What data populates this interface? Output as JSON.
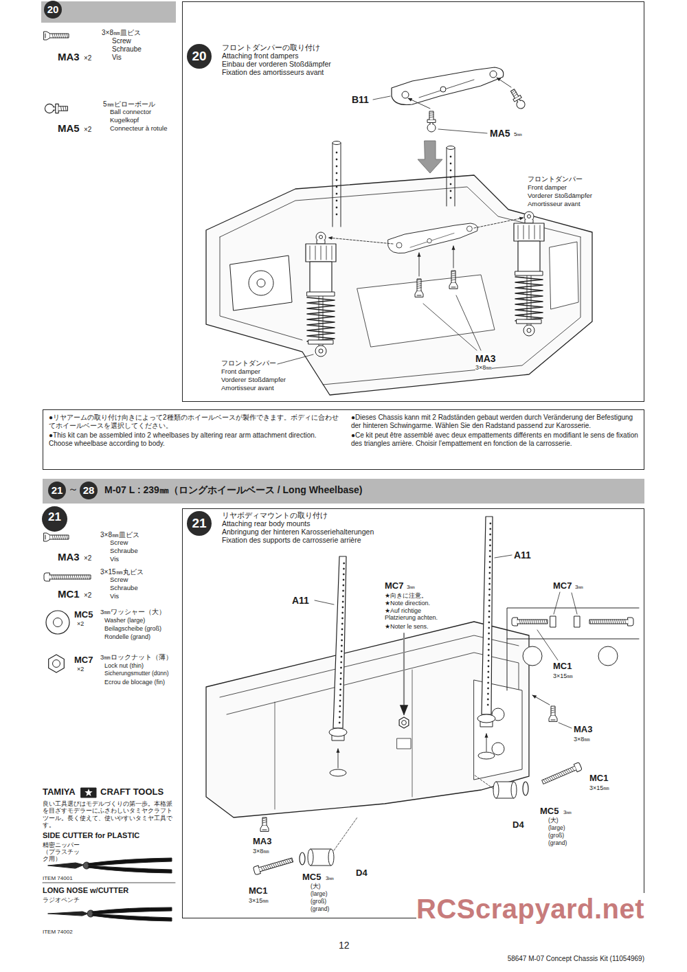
{
  "diagram": {
    "nodes": [
      {
        "text": [
          "20"
        ]
      },
      {
        "text": [
          "20",
          "フロントダンパーの取り付け",
          "Attaching front dampers",
          "Einbau der vorderen Stoßdämpfer",
          "Fixation des amortisseurs avant"
        ]
      },
      {
        "text": [
          "●リヤアームの取り付け向きによって2種類のホイールベースが製作できます。ボディに合わせてホイールベースを選択してください。",
          "●This kit can be assembled into 2 wheelbases by altering rear arm attachment direction. Choose wheelbase according to body.",
          "●Dieses Chassis kann mit 2 Radständen gebaut werden durch Veränderung der Befestigung der hinteren Schwingarme. Wählen Sie den Radstand passend zur Karosserie.",
          "●Ce kit peut être assemblé avec deux empattements différents en modifiant le sens de fixation des triangles arrière. Choisir l'empattement en fonction de la carrosserie."
        ]
      },
      {
        "text": [
          "21",
          "～",
          "28",
          "M-07 L : 239㎜（ロングホイールベース / Long Wheelbase)"
        ]
      },
      {
        "text": [
          "21"
        ]
      },
      {
        "text": [
          "21",
          "リヤボディマウントの取り付け",
          "Attaching rear body mounts",
          "Anbringung der hinteren Karosseriehalterungen",
          "Fixation des supports de carrosserie arrière"
        ]
      }
    ],
    "labels": [
      "3×8㎜皿ビス",
      "Screw",
      "Schraube",
      "Vis",
      "MA3",
      "×2",
      "5㎜ピローボール",
      "Ball connector",
      "Kugelkopf",
      "Connecteur à rotule",
      "MA5",
      "×2",
      "B11",
      "MA5",
      "5㎜",
      "フロントダンパー",
      "Front damper",
      "Vorderer Stoßdämpfer",
      "Amortisseur avant",
      "フロントダンパー",
      "Front damper",
      "Vorderer Stoßdämpfer",
      "Amortisseur avant",
      "MA3",
      "3×8㎜",
      "3×8㎜皿ビス",
      "Screw",
      "Schraube",
      "Vis",
      "MA3",
      "×2",
      "3×15㎜丸ビス",
      "Screw",
      "Schraube",
      "Vis",
      "MC1",
      "×2",
      "3㎜ワッシャー（大）",
      "Washer (large)",
      "Beilagscheibe (groß)",
      "Rondelle (grand)",
      "MC5",
      "×2",
      "3㎜ロックナット（薄）",
      "Lock nut (thin)",
      "Sicherungsmutter (dünn)",
      "Ecrou de blocage (fin)",
      "MC7",
      "×2",
      "TAMIYA",
      "CRAFT TOOLS",
      "良い工具選びはモデルづくりの第一歩。本格派を目ざすモデラーにふさわしいタミヤクラフトツール。長く使えて、使いやすいタミヤ工具です。",
      "SIDE CUTTER for PLASTIC",
      "精密ニッパー（プラスチック用）",
      "ITEM 74001",
      "LONG NOSE w/CUTTER",
      "ラジオペンチ",
      "ITEM 74002",
      "A11",
      "A11",
      "MC7",
      "3㎜",
      "★向きに注意。",
      "★Note direction.",
      "★Auf richtige Platzierung achten.",
      "★Noter le sens.",
      "MC7",
      "3㎜",
      "MC1",
      "3×15㎜",
      "MA3",
      "3×8㎜",
      "MC1",
      "3×15㎜",
      "MC5",
      "3㎜",
      "(大)",
      "(large)",
      "(groß)",
      "(grand)",
      "D4",
      "MA3",
      "3×8㎜",
      "MC1",
      "3×15㎜",
      "MC5",
      "3㎜",
      "(大)",
      "(large)",
      "(groß)",
      "(grand)",
      "D4",
      "12",
      "58647 M-07 Concept Chassis Kit (11054969)",
      "RCScrapyard.net"
    ]
  }
}
